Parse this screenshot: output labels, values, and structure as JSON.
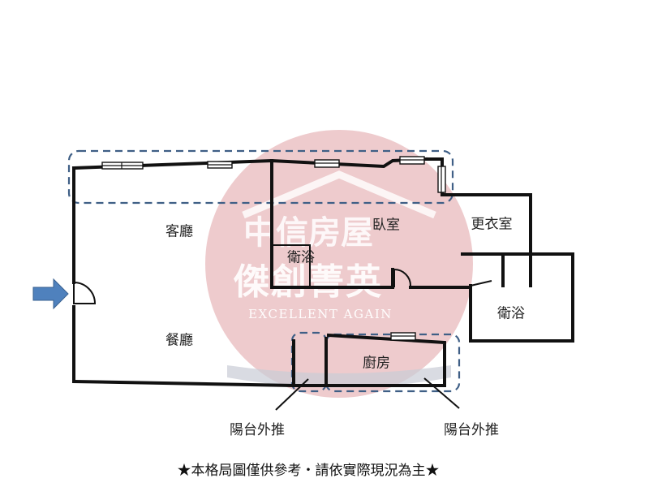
{
  "rooms": {
    "living_room": "客廳",
    "dining_room": "餐廳",
    "bedroom": "臥室",
    "walk_in_closet": "更衣室",
    "bathroom_inner": "衛浴",
    "bathroom_right": "衛浴",
    "kitchen": "廚房"
  },
  "annotations": {
    "balcony_left": "陽台外推",
    "balcony_right": "陽台外推"
  },
  "watermark": {
    "line1": "中信房屋",
    "line2": "傑創菁英",
    "line3": "EXCELLENT AGAIN",
    "color": "#c0282f"
  },
  "footer": "★本格局圖僅供參考‧請依實際現況為主★",
  "colors": {
    "entrance_arrow": "#4f81bd",
    "dashed_outline": "#3f5f86",
    "walls": "#111111"
  }
}
